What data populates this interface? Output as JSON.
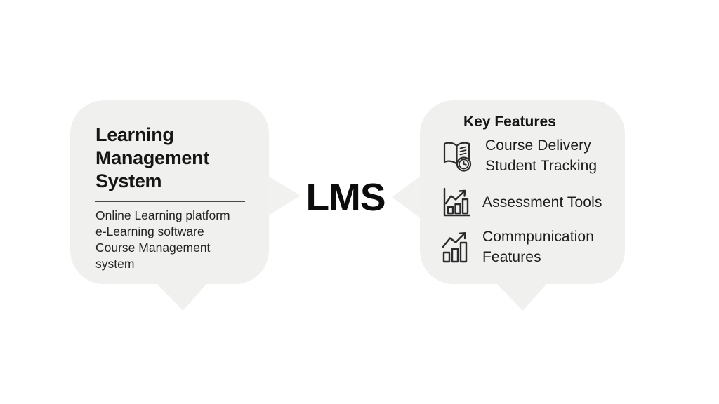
{
  "center": {
    "acronym": "LMS"
  },
  "left_bubble": {
    "title_lines": [
      "Learning",
      "Management",
      "System"
    ],
    "synonyms": [
      "Online Learning platform",
      "e-Learning software",
      "Course Management system"
    ]
  },
  "right_bubble": {
    "heading": "Key Features",
    "features": [
      {
        "icon": "book-clock-icon",
        "lines": [
          "Course Delivery",
          "Student Tracking"
        ]
      },
      {
        "icon": "chart-growth-icon",
        "lines": [
          "Assessment Tools",
          ""
        ]
      },
      {
        "icon": "bars-trend-icon",
        "lines": [
          "Commpunication",
          "Features"
        ]
      }
    ]
  },
  "colors": {
    "background": "#ffffff",
    "bubble_fill": "#f0f0ef",
    "text": "#1c1c1c",
    "icon_stroke": "#2b2b2b"
  }
}
